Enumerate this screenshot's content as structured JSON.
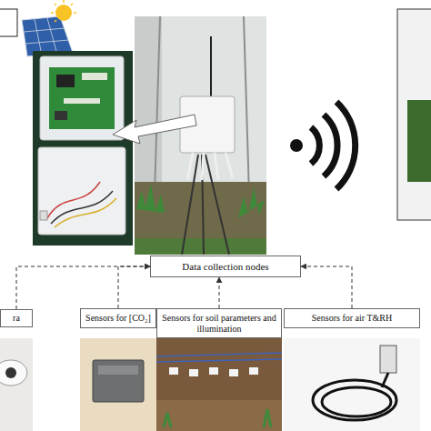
{
  "diagram": {
    "nodes": [
      {
        "text": [
          "Data collection nodes"
        ]
      },
      {
        "text": [
          "ra"
        ]
      },
      {
        "text": [
          "Sensors for [CO₂]"
        ]
      },
      {
        "text": [
          "Sensors for soil parameters and illumination"
        ]
      },
      {
        "text": [
          "Sensors for air T&RH"
        ]
      }
    ],
    "edges": [
      {
        "from": 1,
        "to": 0,
        "arrow": "to"
      },
      {
        "from": 2,
        "to": 0,
        "arrow": "to"
      },
      {
        "from": 3,
        "to": 0,
        "arrow": "to"
      },
      {
        "from": 4,
        "to": 0,
        "arrow": "to"
      }
    ]
  }
}
